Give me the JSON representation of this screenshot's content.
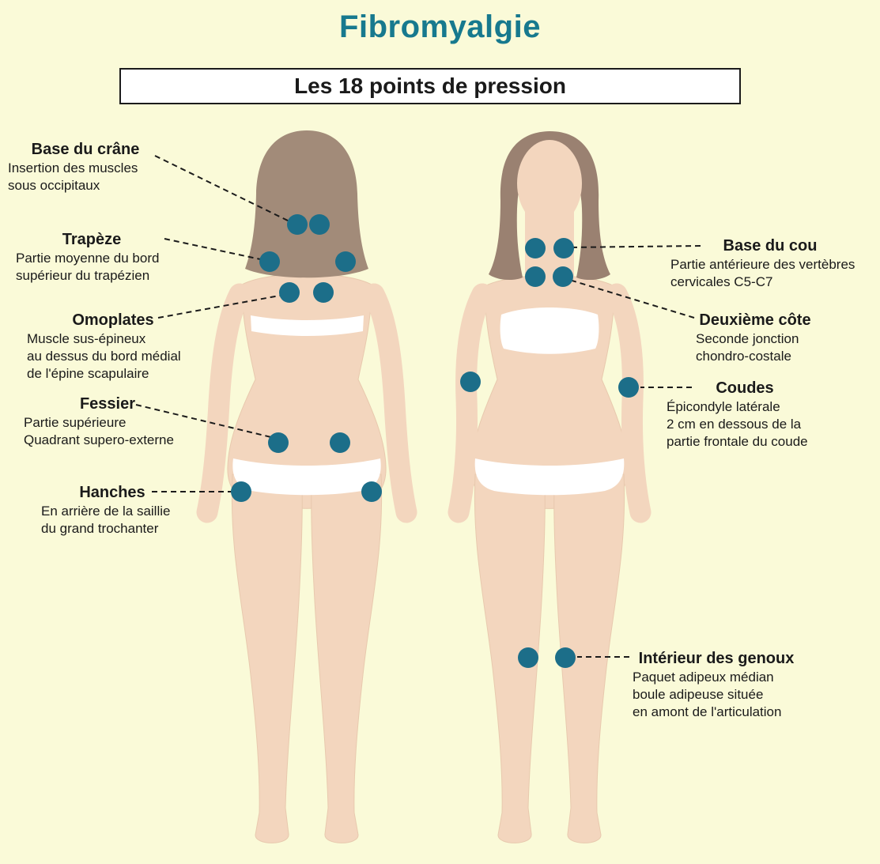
{
  "title": "Fibromyalgie",
  "banner": "Les 18 points de pression",
  "points_left": [
    {
      "name": "Base du crâne",
      "lines": [
        "Insertion des muscles",
        "sous occipitaux"
      ]
    },
    {
      "name": "Trapèze",
      "lines": [
        "Partie moyenne du bord",
        "supérieur du trapézien"
      ]
    },
    {
      "name": "Omoplates",
      "lines": [
        "Muscle sus-épineux",
        "au dessus du bord médial",
        "de l'épine scapulaire"
      ]
    },
    {
      "name": "Fessier",
      "lines": [
        "Partie supérieure",
        "Quadrant supero-externe"
      ]
    },
    {
      "name": "Hanches",
      "lines": [
        "En arrière de la saillie",
        "du grand trochanter"
      ]
    }
  ],
  "points_right": [
    {
      "name": "Base du cou",
      "lines": [
        "Partie antérieure des vertèbres",
        "cervicales C5-C7"
      ]
    },
    {
      "name": "Deuxième côte",
      "lines": [
        "Seconde jonction",
        "chondro-costale"
      ]
    },
    {
      "name": "Coudes",
      "lines": [
        "Épicondyle latérale",
        "2 cm en dessous de la",
        "partie frontale du coude"
      ]
    },
    {
      "name": "Intérieur des genoux",
      "lines": [
        "Paquet adipeux médian",
        "boule adipeuse située",
        "en amont de l'articulation"
      ]
    }
  ],
  "colors": {
    "background": "#FAFAD8",
    "title": "#17798E",
    "pressure_dot": "#1C6E89",
    "skin": "#F3D6BE",
    "hair_back_figure": "#A28B79",
    "hair_front_figure": "#9A8171",
    "text": "#1A1A1A",
    "banner_background": "#FFFFFF",
    "banner_border": "#1B1B1B"
  }
}
